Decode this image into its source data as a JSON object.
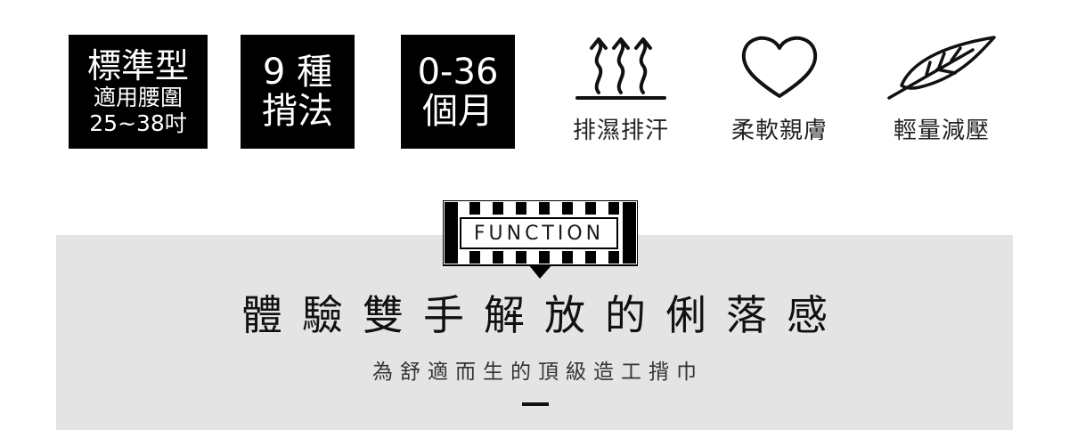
{
  "specs": {
    "size": {
      "line1": "標準型",
      "line2": "適用腰圍",
      "line3": "25~38吋"
    },
    "folds": {
      "line1": "9 種",
      "line2": "揹法"
    },
    "age": {
      "line1": "0-36",
      "line2": "個月"
    }
  },
  "features": [
    {
      "icon": "moisture-wicking-arrows-icon",
      "label": "排濕排汗"
    },
    {
      "icon": "heart-icon",
      "label": "柔軟親膚"
    },
    {
      "icon": "feather-icon",
      "label": "輕量減壓"
    }
  ],
  "function_section": {
    "badge": "FUNCTION",
    "headline": "體驗雙手解放的俐落感",
    "subline": "為舒適而生的頂級造工揹巾"
  },
  "colors": {
    "box": "#000000",
    "panel": "#e4e4e4",
    "text": "#1a1a1a"
  }
}
